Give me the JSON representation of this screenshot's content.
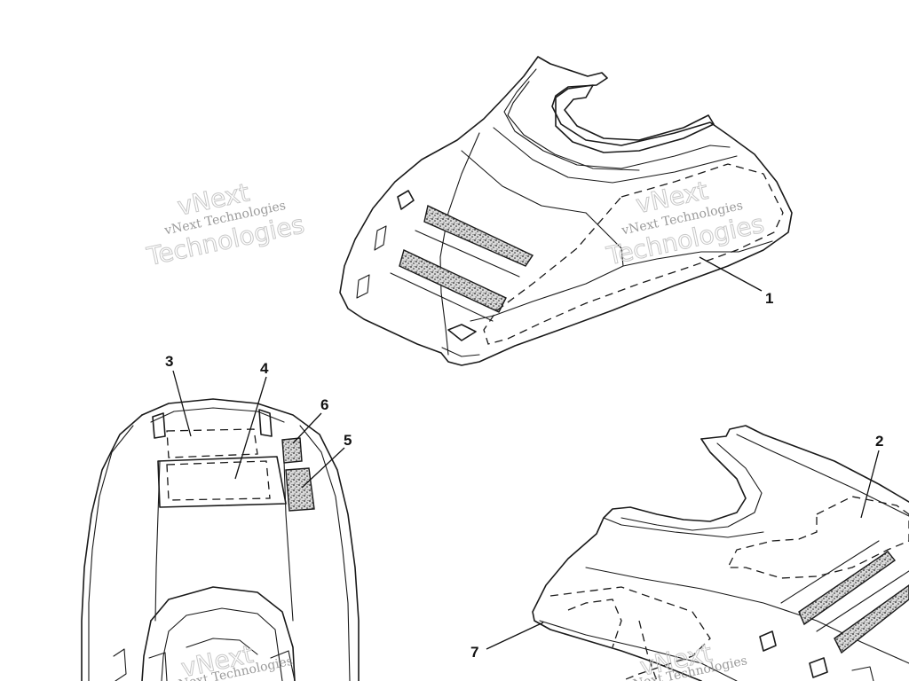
{
  "callouts": {
    "c1": "1",
    "c2": "2",
    "c3": "3",
    "c4": "4",
    "c5": "5",
    "c6": "6",
    "c7": "7"
  },
  "watermark": {
    "brand_line1": "vNext",
    "brand_full": "vNext Technologies",
    "brand_line2": "Technologies"
  }
}
